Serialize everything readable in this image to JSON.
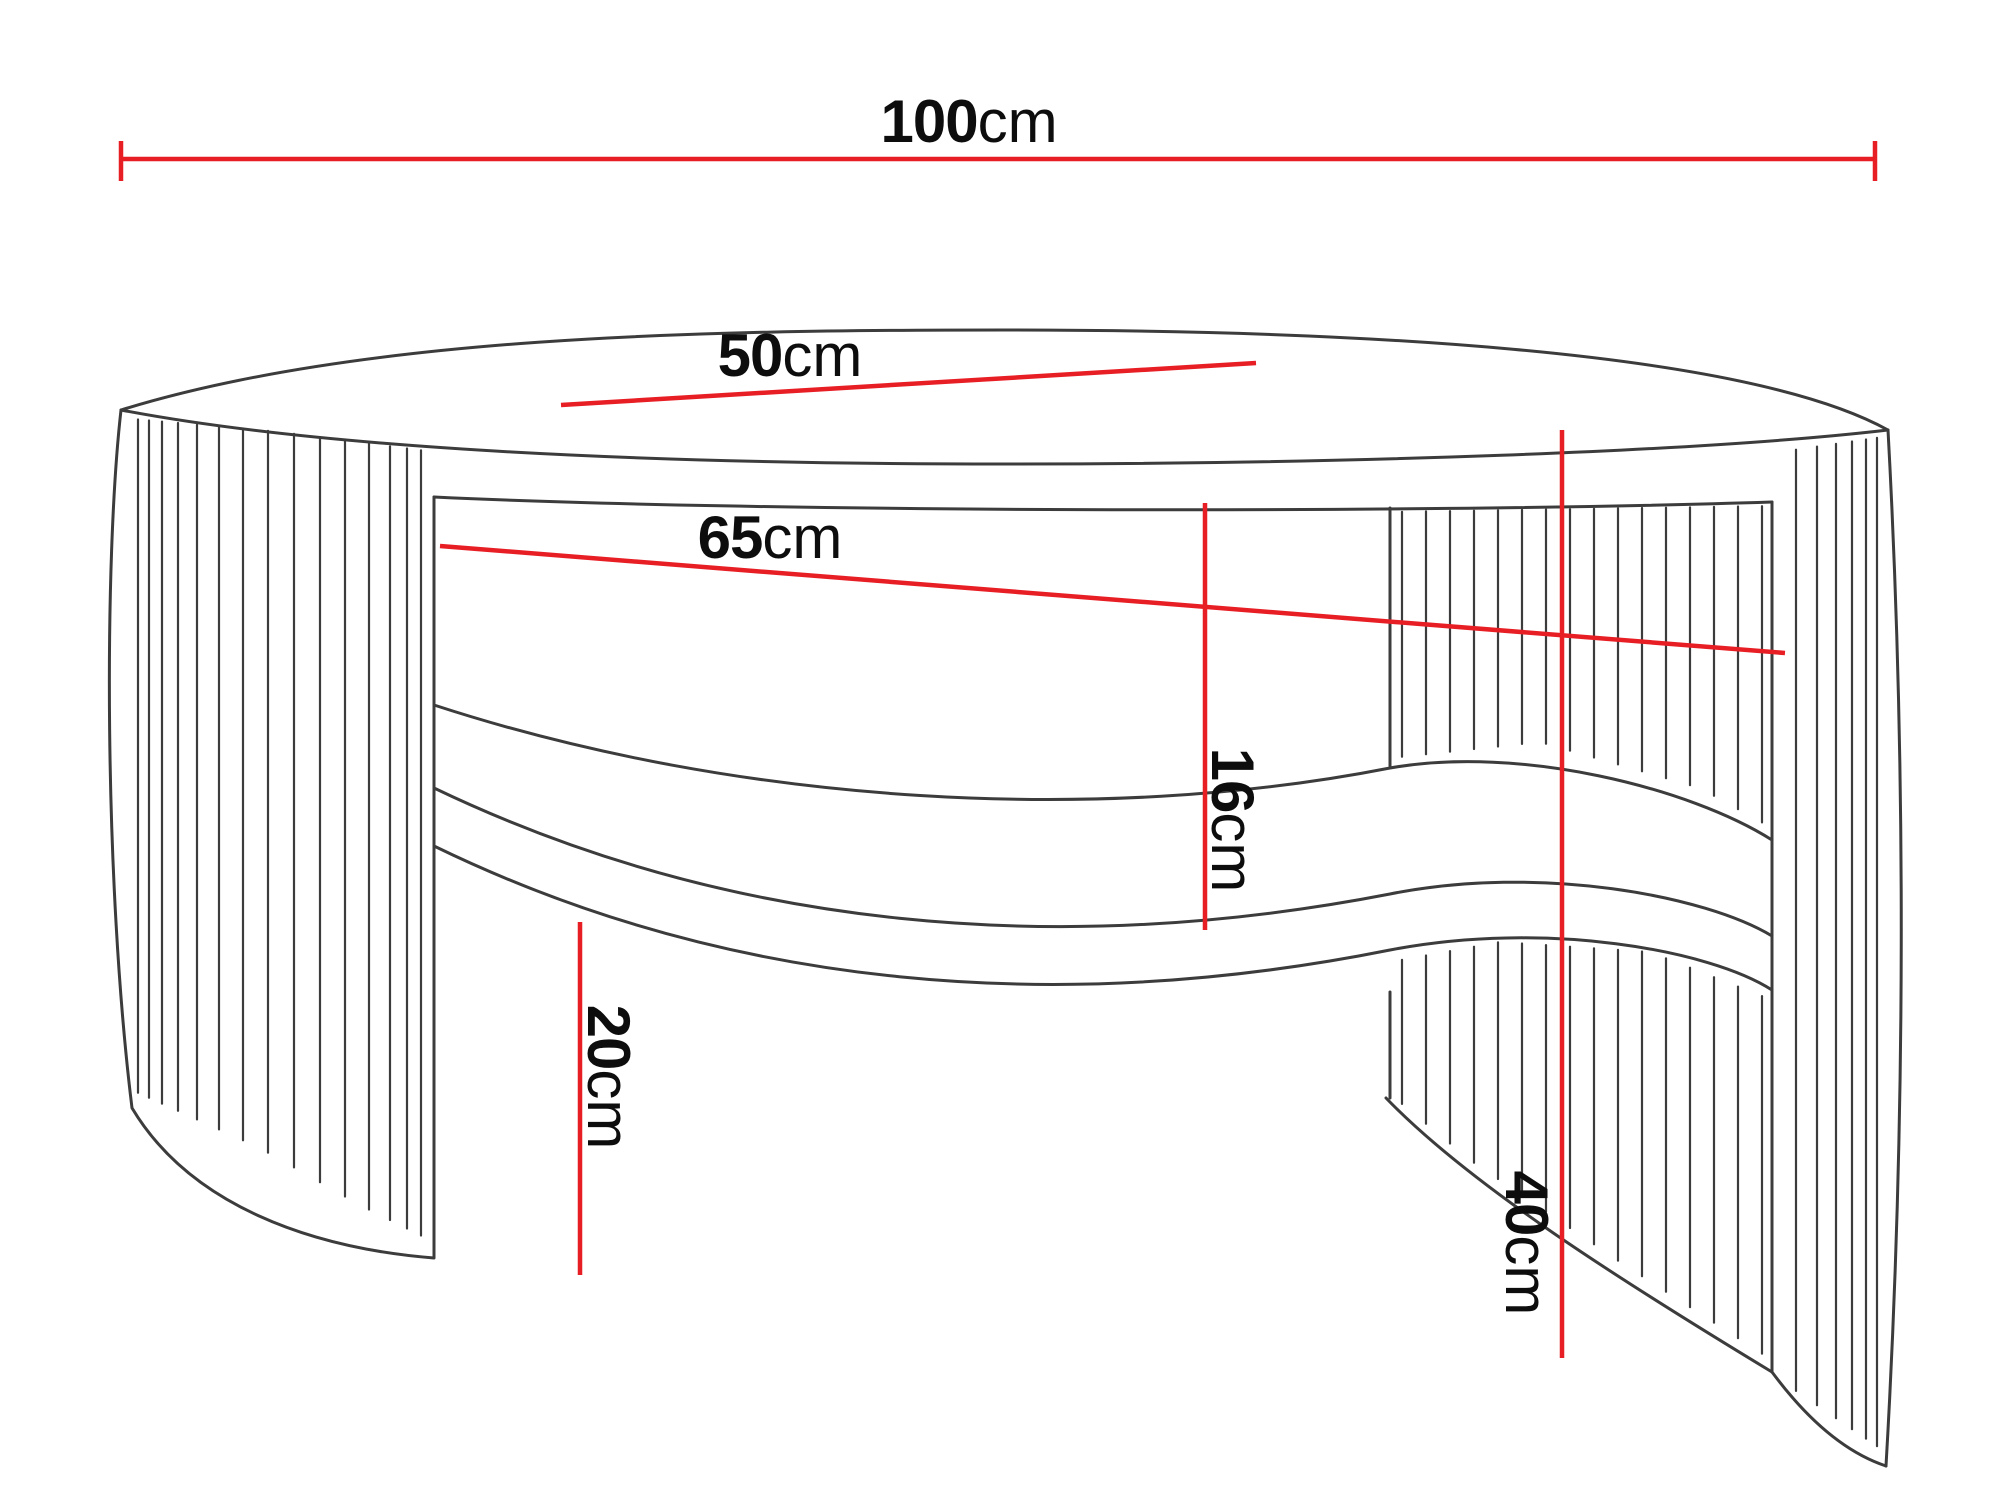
{
  "drawing": {
    "subject": "oval coffee table with fluted side panels - technical dimension drawing",
    "colors": {
      "background": "#ffffff",
      "drawing_line": "#3c3c3c",
      "dimension_line": "#e81e25",
      "label_text": "#0d0d0d"
    }
  },
  "dimensions": {
    "total_width": {
      "value": "100",
      "unit": "cm"
    },
    "top_depth": {
      "value": "50",
      "unit": "cm"
    },
    "shelf_width": {
      "value": "65",
      "unit": "cm"
    },
    "shelf_clearance": {
      "value": "16",
      "unit": "cm"
    },
    "shelf_height": {
      "value": "20",
      "unit": "cm"
    },
    "total_height": {
      "value": "40",
      "unit": "cm"
    }
  }
}
